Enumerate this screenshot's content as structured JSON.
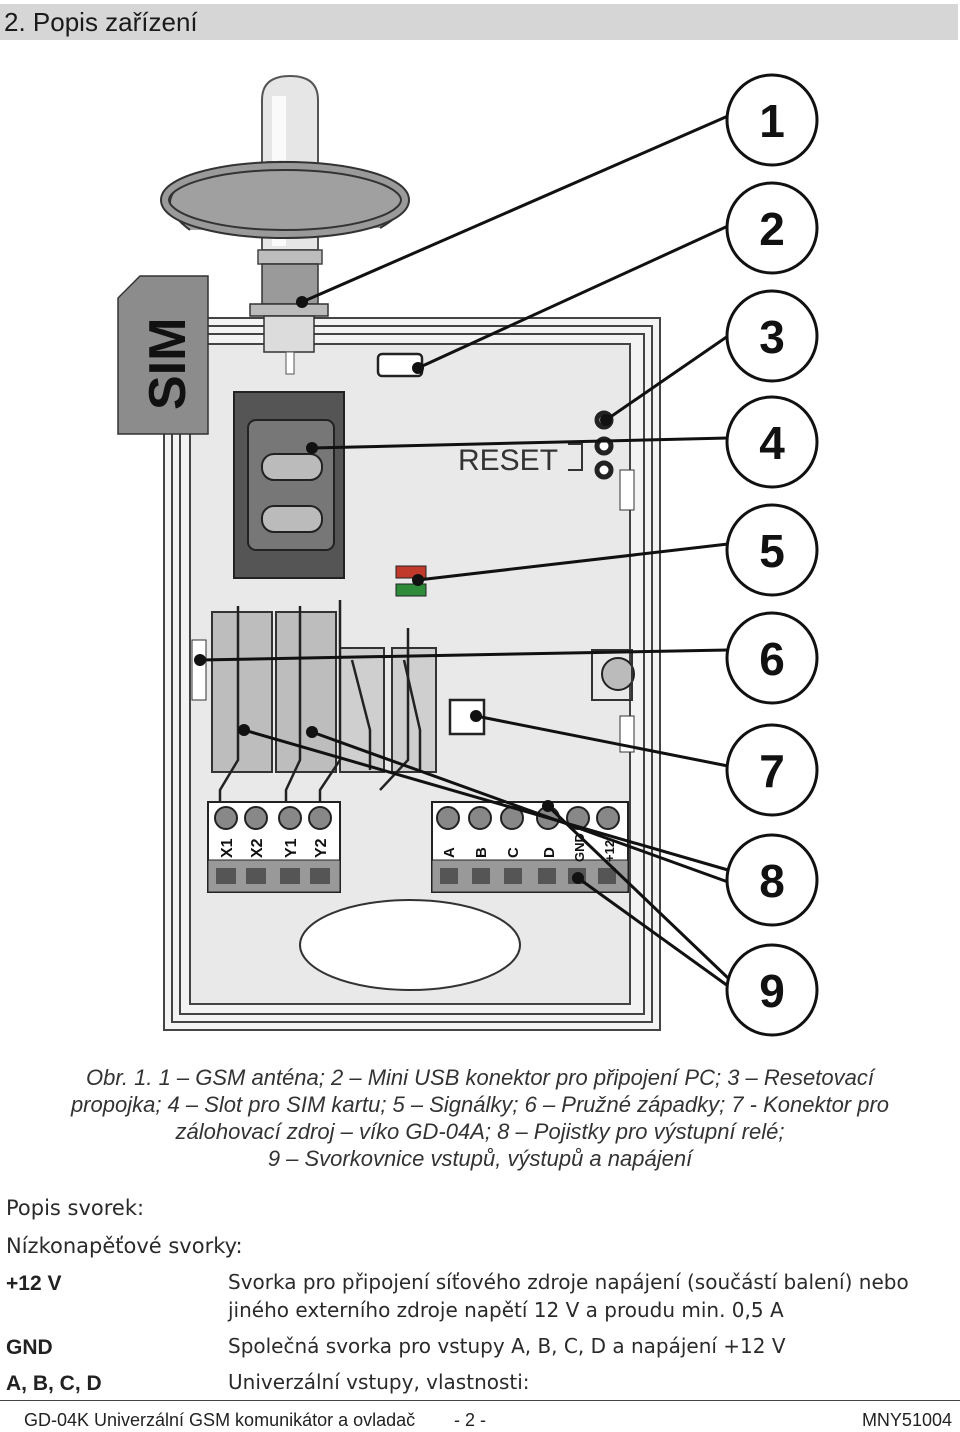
{
  "section": {
    "title": "2.   Popis zařízení"
  },
  "diagram": {
    "callouts": [
      "1",
      "2",
      "3",
      "4",
      "5",
      "6",
      "7",
      "8",
      "9"
    ],
    "sim_label": "SIM",
    "reset_label": "RESET",
    "terminals_left": [
      "X1",
      "X2",
      "Y1",
      "Y2"
    ],
    "terminals_right": [
      "A",
      "B",
      "C",
      "D",
      "GND",
      "+12"
    ]
  },
  "caption": {
    "line1": "Obr. 1. 1 – GSM anténa; 2 – Mini USB konektor pro připojení PC; 3 – Resetovací",
    "line2": "propojka; 4 – Slot pro SIM kartu; 5 – Signálky; 6 – Pružné západky; 7 - Konektor pro",
    "line3": "zálohovací zdroj – víko GD-04A; 8 – Pojistky pro výstupní relé;",
    "line4": "9 – Svorkovnice vstupů, výstupů a napájení"
  },
  "headings": {
    "popis": "Popis svorek:",
    "nizko": "Nízkonapěťové svorky:"
  },
  "terminals": [
    {
      "name": "+12 V",
      "desc": "Svorka pro připojení síťového zdroje napájení (součástí balení) nebo jiného externího zdroje napětí 12 V a proudu min. 0,5 A"
    },
    {
      "name": "GND",
      "desc": "Společná svorka pro vstupy A, B, C, D a napájení +12 V"
    },
    {
      "name": "A, B, C, D",
      "desc": "Univerzální vstupy, vlastnosti:"
    }
  ],
  "footer": {
    "left": "GD-04K Univerzální GSM komunikátor a ovladač",
    "page": "- 2 -",
    "right": "MNY51004"
  }
}
